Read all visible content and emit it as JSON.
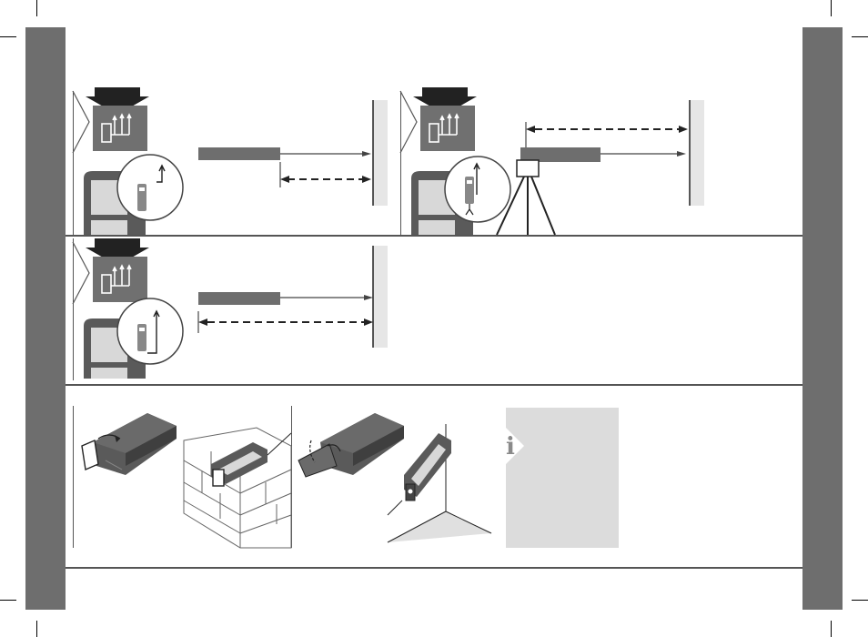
{
  "page": {
    "background": "#ffffff",
    "sidebar_color": "#6e6e6e",
    "device_color": "#5a5a5a",
    "wall_color": "#e6e6e6",
    "info_box_color": "#dcdcdc"
  },
  "panels": [
    {
      "id": "measure-from-front-edge",
      "icon": "rear-reference-icon"
    },
    {
      "id": "measure-from-tripod-thread",
      "icon": "tripod-reference-icon"
    },
    {
      "id": "measure-from-rear-edge",
      "icon": "front-reference-icon"
    },
    {
      "id": "end-piece-on-edge",
      "icon": "end-piece-icon"
    },
    {
      "id": "end-piece-in-corner",
      "icon": "corner-icon"
    }
  ],
  "info": {
    "glyph": "i",
    "icon": "info-icon"
  }
}
